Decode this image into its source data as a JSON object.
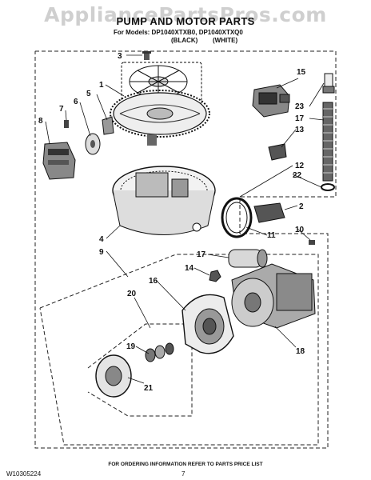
{
  "watermark": "AppliancePartsPros.com",
  "title": "PUMP AND MOTOR PARTS",
  "models_line": "For Models: DP1040XTXB0, DP1040XTXQ0",
  "variant_black": "(BLACK)",
  "variant_white": "(WHITE)",
  "footer_note": "FOR ORDERING INFORMATION REFER TO PARTS PRICE LIST",
  "doc_number": "W10305224",
  "page_number": "7",
  "callouts": [
    "1",
    "2",
    "3",
    "4",
    "5",
    "6",
    "7",
    "8",
    "9",
    "10",
    "11",
    "12",
    "13",
    "14",
    "15",
    "16",
    "17",
    "18",
    "19",
    "20",
    "21",
    "22",
    "23"
  ]
}
